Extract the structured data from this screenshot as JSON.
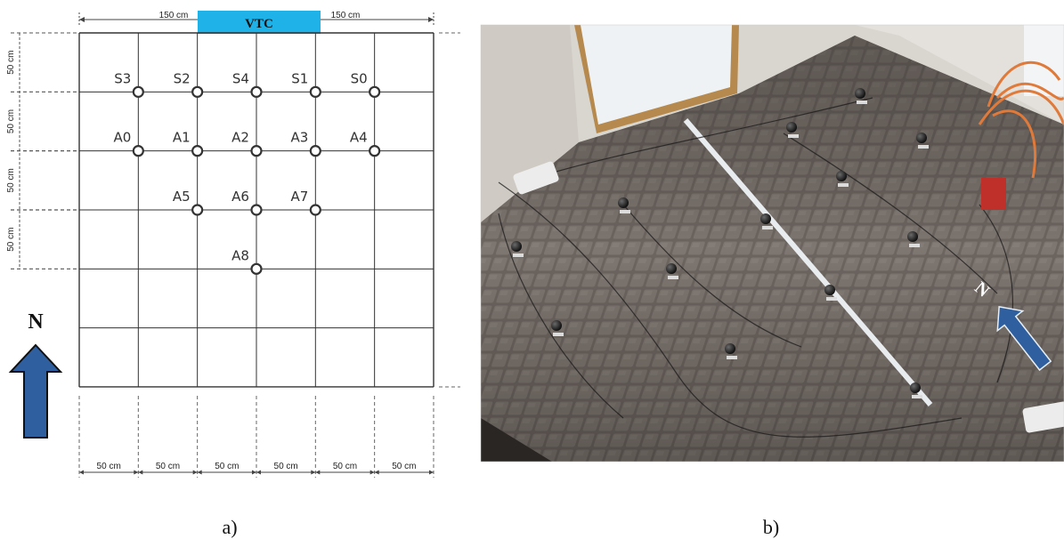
{
  "panel_a": {
    "caption": "a)",
    "vtc_label": "VTC",
    "vtc_color": "#1fb2e8",
    "top_dims": [
      "150 cm",
      "150 cm"
    ],
    "left_dims": [
      "50 cm",
      "50 cm",
      "50 cm",
      "50 cm"
    ],
    "bottom_dims": [
      "50 cm",
      "50 cm",
      "50 cm",
      "50 cm",
      "50 cm",
      "50 cm"
    ],
    "north_label": "N",
    "arrow_color": "#2f5f9e",
    "sensors": [
      {
        "label": "S3",
        "col": 1,
        "row": 1
      },
      {
        "label": "S2",
        "col": 2,
        "row": 1
      },
      {
        "label": "S4",
        "col": 3,
        "row": 1
      },
      {
        "label": "S1",
        "col": 4,
        "row": 1
      },
      {
        "label": "S0",
        "col": 5,
        "row": 1
      },
      {
        "label": "A0",
        "col": 1,
        "row": 2
      },
      {
        "label": "A1",
        "col": 2,
        "row": 2
      },
      {
        "label": "A2",
        "col": 3,
        "row": 2
      },
      {
        "label": "A3",
        "col": 4,
        "row": 2
      },
      {
        "label": "A4",
        "col": 5,
        "row": 2
      },
      {
        "label": "A5",
        "col": 2,
        "row": 3
      },
      {
        "label": "A6",
        "col": 3,
        "row": 3
      },
      {
        "label": "A7",
        "col": 4,
        "row": 3
      },
      {
        "label": "A8",
        "col": 3,
        "row": 4
      }
    ]
  },
  "panel_b": {
    "caption": "b)",
    "north_label": "N",
    "arrow_color": "#2f5f9e"
  }
}
